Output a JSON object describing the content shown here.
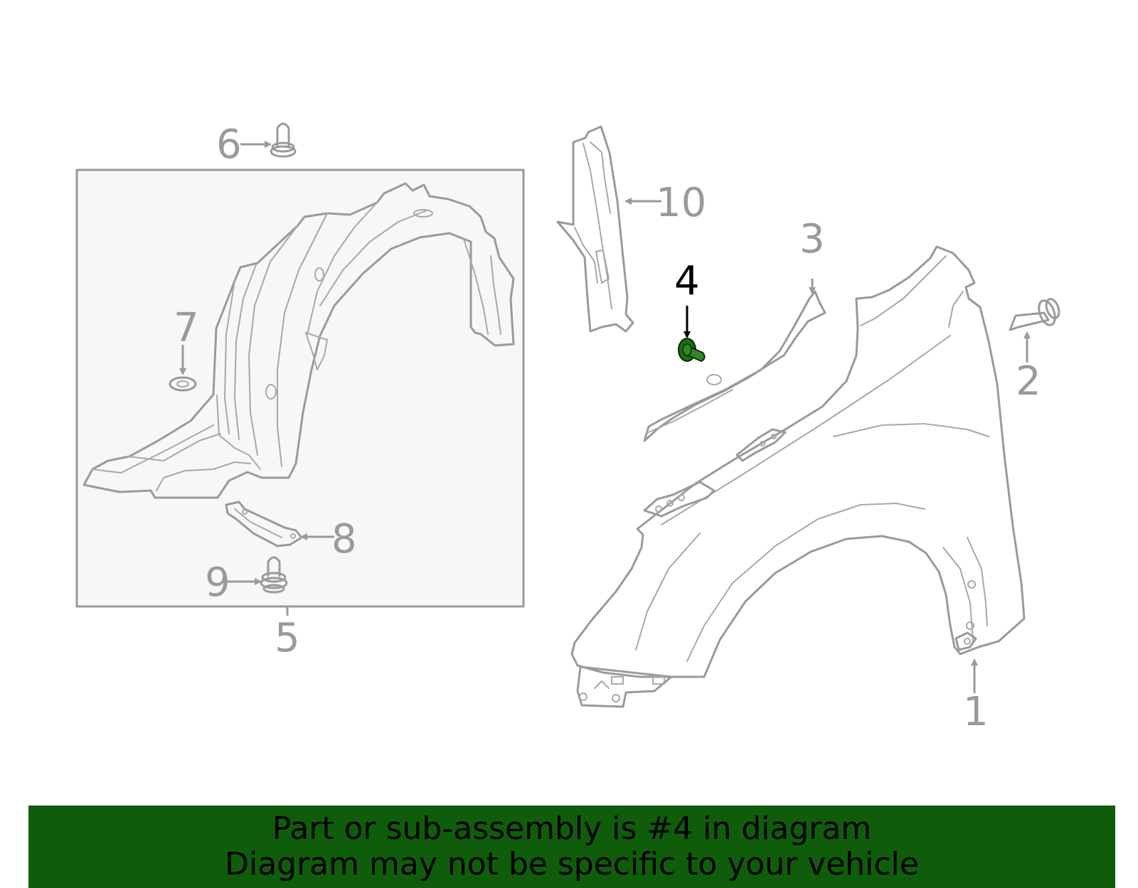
{
  "callouts": {
    "c1": "1",
    "c2": "2",
    "c3": "3",
    "c4": "4",
    "c5": "5",
    "c6": "6",
    "c7": "7",
    "c8": "8",
    "c9": "9",
    "c10": "10"
  },
  "highlighted_part": "4",
  "banner": {
    "line1": "Part or sub-assembly is #4 in diagram",
    "line2": "Diagram may not be specific to your vehicle"
  },
  "colors": {
    "line_art": "#9a9a9a",
    "highlight_part": "#1f6b13",
    "banner_bg": "#0f5d0a",
    "inset_bg": "#f7f7f7"
  }
}
